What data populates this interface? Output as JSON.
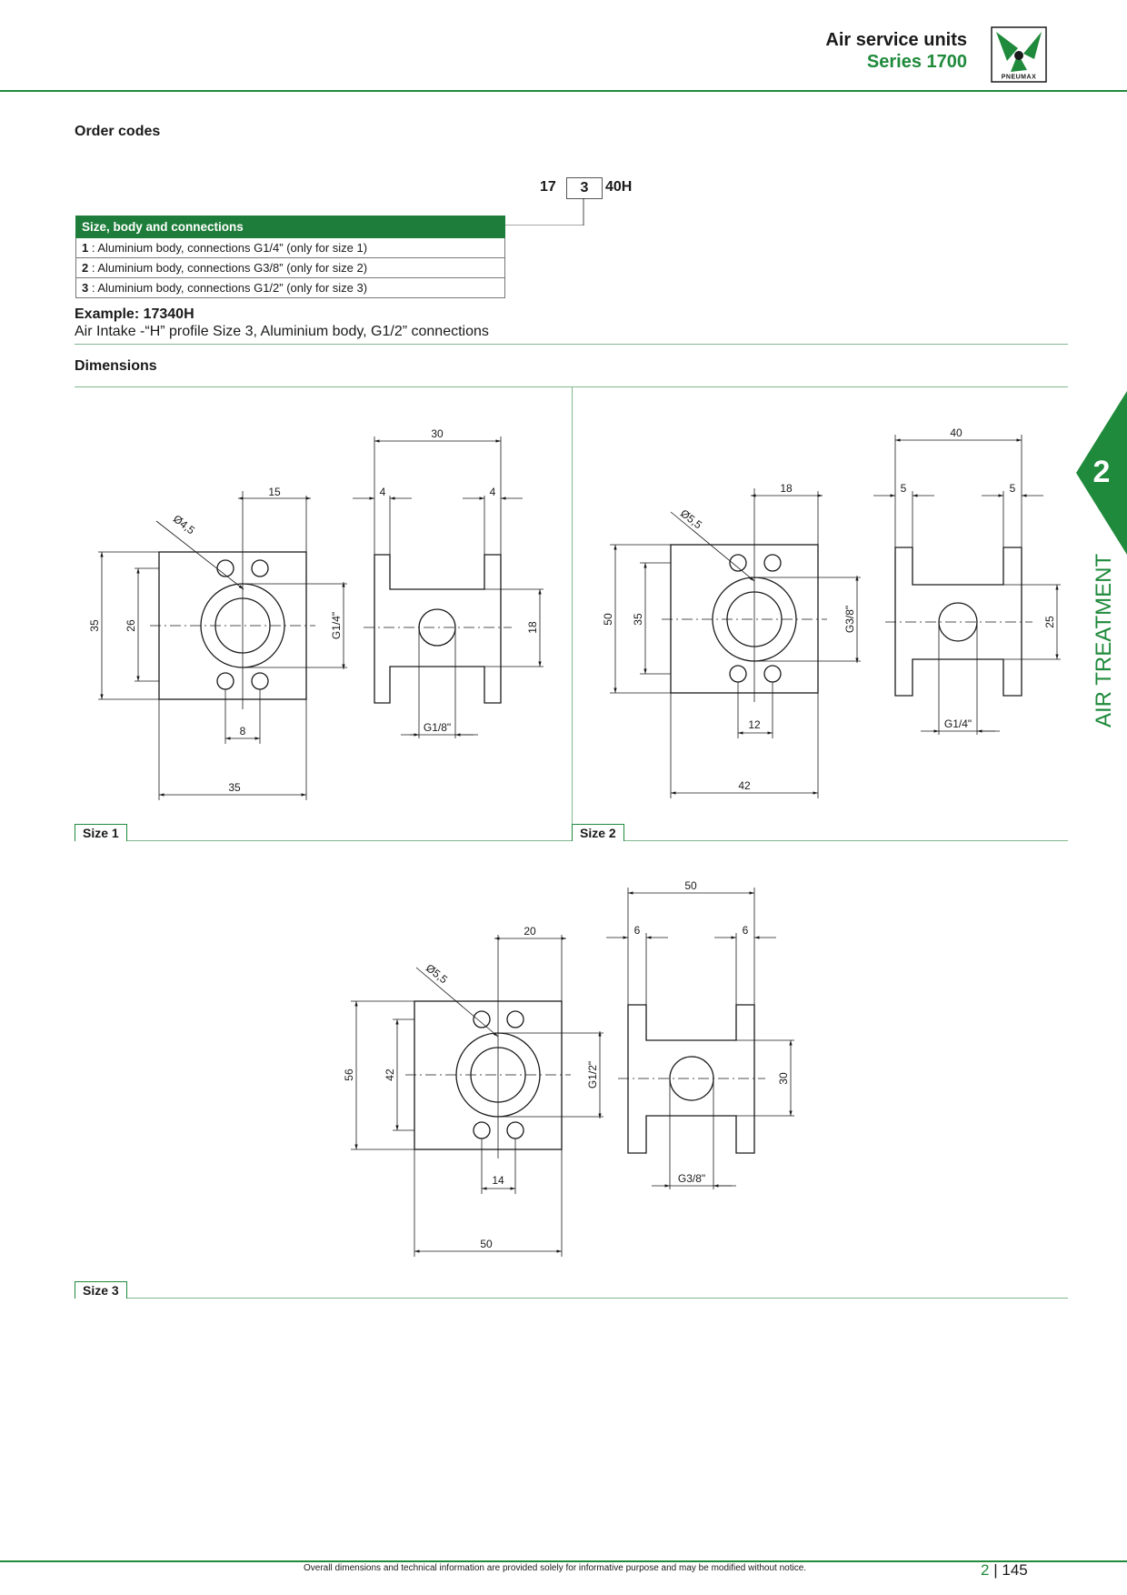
{
  "header": {
    "title": "Air service units",
    "subtitle": "Series 1700",
    "logo_text": "PNEUMAX"
  },
  "order": {
    "heading": "Order codes",
    "code_prefix": "17",
    "code_selected": "3",
    "code_suffix": "40H",
    "table_header": "Size, body and connections",
    "rows": [
      {
        "num": "1",
        "text": " : Aluminium body, connections G1/4” (only for size 1)"
      },
      {
        "num": "2",
        "text": " : Aluminium body, connections G3/8” (only for size 2)"
      },
      {
        "num": "3",
        "text": " : Aluminium body, connections G1/2” (only for size 3)"
      }
    ],
    "example_title": "Example: 17340H",
    "example_text": "Air Intake -“H” profile Size 3, Aluminium body, G1/2” connections"
  },
  "dimensions": {
    "heading": "Dimensions",
    "size1": {
      "tag": "Size 1",
      "front": {
        "top": "15",
        "diam": "Ø4,5",
        "outer_h": "35",
        "inner_h": "26",
        "port": "G1/4\"",
        "hole_spacing": "8",
        "width": "35"
      },
      "side": {
        "width": "30",
        "wall_l": "4",
        "wall_r": "4",
        "height": "18",
        "port": "G1/8\""
      }
    },
    "size2": {
      "tag": "Size 2",
      "front": {
        "top": "18",
        "diam": "Ø5,5",
        "outer_h": "50",
        "inner_h": "35",
        "port": "G3/8\"",
        "hole_spacing": "12",
        "width": "42"
      },
      "side": {
        "width": "40",
        "wall_l": "5",
        "wall_r": "5",
        "height": "25",
        "port": "G1/4\""
      }
    },
    "size3": {
      "tag": "Size 3",
      "front": {
        "top": "20",
        "diam": "Ø5,5",
        "outer_h": "56",
        "inner_h": "42",
        "port": "G1/2\"",
        "hole_spacing": "14",
        "width": "50"
      },
      "side": {
        "width": "50",
        "wall_l": "6",
        "wall_r": "6",
        "height": "30",
        "port": "G3/8\""
      }
    }
  },
  "side_tab": {
    "chapter": "2",
    "label": "AIR TREATMENT"
  },
  "footer": {
    "note": "Overall dimensions and technical information are provided solely for informative purpose and may be modified without notice.",
    "chapter": "2",
    "separator": "|",
    "page": "145"
  },
  "colors": {
    "brand_green": "#1f8a3b",
    "table_header": "#1e7d3a"
  }
}
